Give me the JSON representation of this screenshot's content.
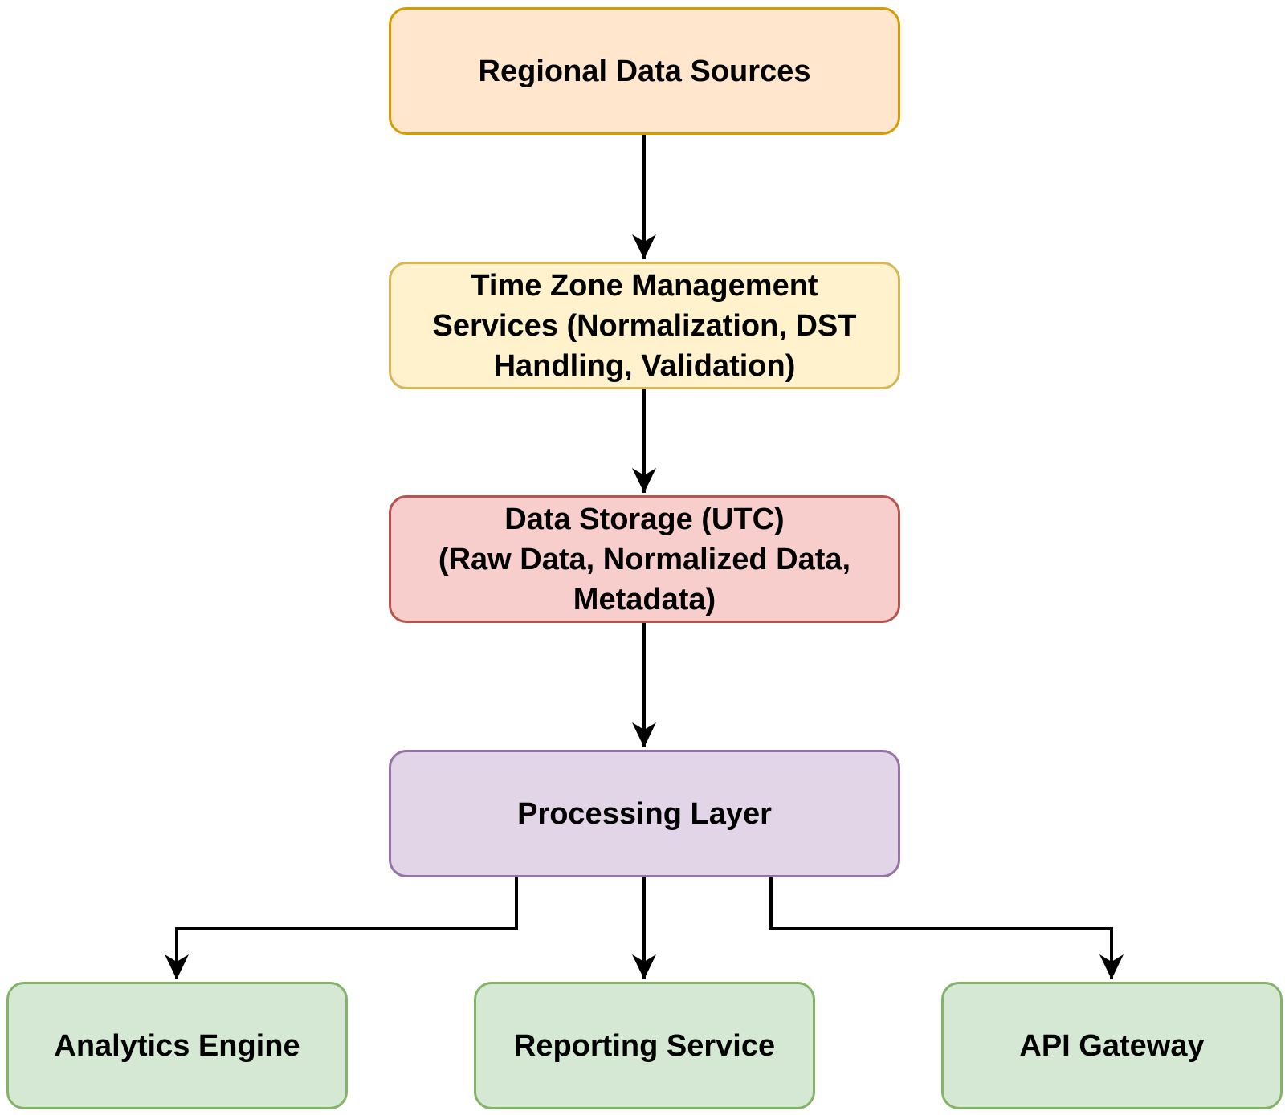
{
  "diagram": {
    "type": "flowchart",
    "nodes": [
      {
        "id": "sources",
        "label": "Regional Data Sources",
        "fill": "#ffe6cc",
        "stroke": "#d79b00"
      },
      {
        "id": "tz",
        "label": "Time Zone Management\nServices (Normalization, DST\nHandling, Validation)",
        "fill": "#fff2cc",
        "stroke": "#d6b656"
      },
      {
        "id": "storage",
        "label": "Data Storage (UTC)\n(Raw Data, Normalized Data,\nMetadata)",
        "fill": "#f8cecc",
        "stroke": "#b85450"
      },
      {
        "id": "proc",
        "label": "Processing Layer",
        "fill": "#e1d5e7",
        "stroke": "#9673a6"
      },
      {
        "id": "analytics",
        "label": "Analytics Engine",
        "fill": "#d5e8d4",
        "stroke": "#82b366"
      },
      {
        "id": "reporting",
        "label": "Reporting Service",
        "fill": "#d5e8d4",
        "stroke": "#82b366"
      },
      {
        "id": "api",
        "label": "API Gateway",
        "fill": "#d5e8d4",
        "stroke": "#82b366"
      }
    ],
    "edges": [
      {
        "from": "sources",
        "to": "tz"
      },
      {
        "from": "tz",
        "to": "storage"
      },
      {
        "from": "storage",
        "to": "proc"
      },
      {
        "from": "proc",
        "to": "analytics"
      },
      {
        "from": "proc",
        "to": "reporting"
      },
      {
        "from": "proc",
        "to": "api"
      }
    ],
    "edge_color": "#000000"
  }
}
